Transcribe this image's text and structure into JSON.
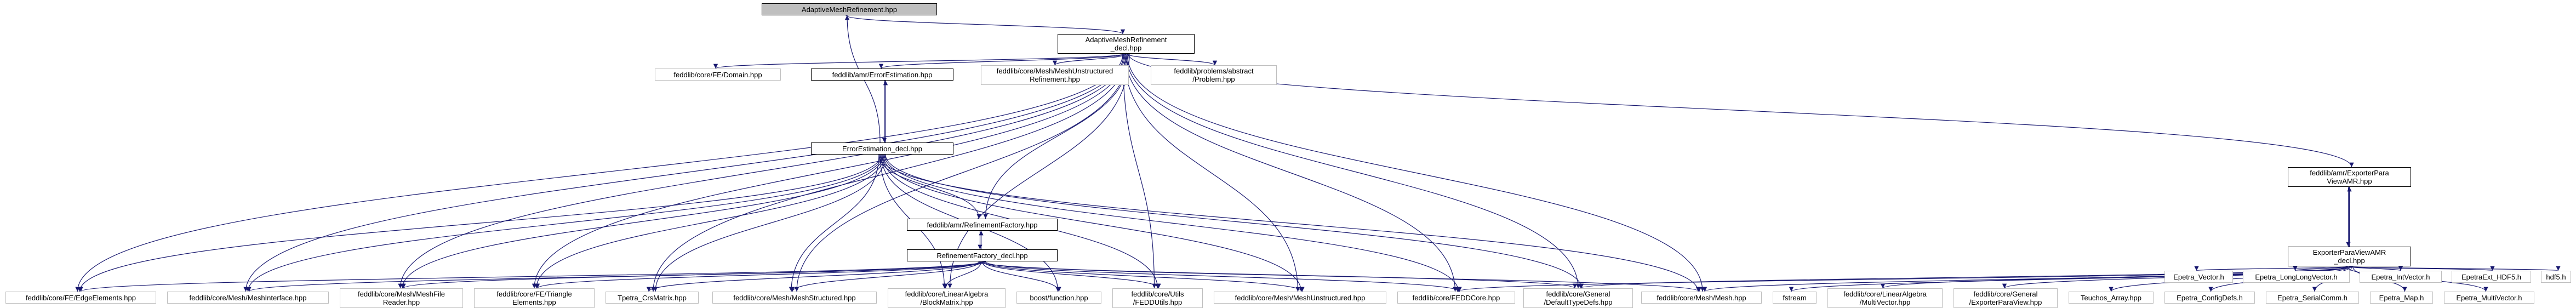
{
  "graph": {
    "edge_color": "#191970",
    "local_border_color": "#000000",
    "system_border_color": "#bfbfbf",
    "root_fill_color": "#bfbfbf",
    "nodes": [
      {
        "id": "root",
        "label": "AdaptiveMeshRefinement.hpp",
        "kind": "root"
      },
      {
        "id": "amr_decl",
        "label": "AdaptiveMeshRefinement\n_decl.hpp",
        "kind": "local"
      },
      {
        "id": "fe_domain",
        "label": "feddlib/core/FE/Domain.hpp",
        "kind": "system"
      },
      {
        "id": "err_est",
        "label": "feddlib/amr/ErrorEstimation.hpp",
        "kind": "local"
      },
      {
        "id": "mesh_unstr_ref",
        "label": "feddlib/core/Mesh/MeshUnstructured\nRefinement.hpp",
        "kind": "system"
      },
      {
        "id": "abstract_problem",
        "label": "feddlib/problems/abstract\n/Problem.hpp",
        "kind": "system"
      },
      {
        "id": "exporter_amr",
        "label": "feddlib/amr/ExporterPara\nViewAMR.hpp",
        "kind": "local"
      },
      {
        "id": "err_est_decl",
        "label": "ErrorEstimation_decl.hpp",
        "kind": "local"
      },
      {
        "id": "ref_factory",
        "label": "feddlib/amr/RefinementFactory.hpp",
        "kind": "local"
      },
      {
        "id": "ref_factory_decl",
        "label": "RefinementFactory_decl.hpp",
        "kind": "local"
      },
      {
        "id": "exporter_amr_decl",
        "label": "ExporterParaViewAMR\n_decl.hpp",
        "kind": "local"
      },
      {
        "id": "edge_elements",
        "label": "feddlib/core/FE/EdgeElements.hpp",
        "kind": "system"
      },
      {
        "id": "mesh_interface",
        "label": "feddlib/core/Mesh/MeshInterface.hpp",
        "kind": "system"
      },
      {
        "id": "mesh_file_reader",
        "label": "feddlib/core/Mesh/MeshFile\nReader.hpp",
        "kind": "system"
      },
      {
        "id": "fe_triangle",
        "label": "feddlib/core/FE/Triangle\nElements.hpp",
        "kind": "system"
      },
      {
        "id": "tpetra_crs",
        "label": "Tpetra_CrsMatrix.hpp",
        "kind": "system"
      },
      {
        "id": "mesh_structured",
        "label": "feddlib/core/Mesh/MeshStructured.hpp",
        "kind": "system"
      },
      {
        "id": "block_matrix",
        "label": "feddlib/core/LinearAlgebra\n/BlockMatrix.hpp",
        "kind": "system"
      },
      {
        "id": "boost_function",
        "label": "boost/function.hpp",
        "kind": "system"
      },
      {
        "id": "feddunits",
        "label": "feddlib/core/Utils\n/FEDDUtils.hpp",
        "kind": "system"
      },
      {
        "id": "mesh_unstructured",
        "label": "feddlib/core/Mesh/MeshUnstructured.hpp",
        "kind": "system"
      },
      {
        "id": "fedd_core",
        "label": "feddlib/core/FEDDCore.hpp",
        "kind": "system"
      },
      {
        "id": "default_type_defs",
        "label": "feddlib/core/General\n/DefaultTypeDefs.hpp",
        "kind": "system"
      },
      {
        "id": "mesh_hpp",
        "label": "feddlib/core/Mesh/Mesh.hpp",
        "kind": "system"
      },
      {
        "id": "fstream",
        "label": "fstream",
        "kind": "system"
      },
      {
        "id": "multivector",
        "label": "feddlib/core/LinearAlgebra\n/MultiVector.hpp",
        "kind": "system"
      },
      {
        "id": "exporter_paraview",
        "label": "feddlib/core/General\n/ExporterParaView.hpp",
        "kind": "system"
      },
      {
        "id": "teuchos_array",
        "label": "Teuchos_Array.hpp",
        "kind": "system"
      },
      {
        "id": "epetra_configdefs",
        "label": "Epetra_ConfigDefs.h",
        "kind": "system"
      },
      {
        "id": "epetra_serialcomm",
        "label": "Epetra_SerialComm.h",
        "kind": "system"
      },
      {
        "id": "epetra_map",
        "label": "Epetra_Map.h",
        "kind": "system"
      },
      {
        "id": "epetra_multivector",
        "label": "Epetra_MultiVector.h",
        "kind": "system"
      },
      {
        "id": "epetra_vector",
        "label": "Epetra_Vector.h",
        "kind": "system"
      },
      {
        "id": "epetra_longlong",
        "label": "Epetra_LongLongVector.h",
        "kind": "system"
      },
      {
        "id": "epetra_intvector",
        "label": "Epetra_IntVector.h",
        "kind": "system"
      },
      {
        "id": "epetraext_hdf5",
        "label": "EpetraExt_HDF5.h",
        "kind": "system"
      },
      {
        "id": "hdf5",
        "label": "hdf5.h",
        "kind": "system"
      }
    ],
    "edges": [
      [
        "root",
        "amr_decl"
      ],
      [
        "amr_decl",
        "fe_domain"
      ],
      [
        "amr_decl",
        "err_est"
      ],
      [
        "amr_decl",
        "mesh_unstr_ref"
      ],
      [
        "amr_decl",
        "abstract_problem"
      ],
      [
        "amr_decl",
        "exporter_amr"
      ],
      [
        "amr_decl",
        "ref_factory"
      ],
      [
        "amr_decl",
        "edge_elements"
      ],
      [
        "amr_decl",
        "mesh_interface"
      ],
      [
        "amr_decl",
        "mesh_file_reader"
      ],
      [
        "amr_decl",
        "fe_triangle"
      ],
      [
        "amr_decl",
        "tpetra_crs"
      ],
      [
        "amr_decl",
        "mesh_structured"
      ],
      [
        "amr_decl",
        "block_matrix"
      ],
      [
        "amr_decl",
        "feddunits"
      ],
      [
        "amr_decl",
        "mesh_unstructured"
      ],
      [
        "amr_decl",
        "fedd_core"
      ],
      [
        "amr_decl",
        "default_type_defs"
      ],
      [
        "amr_decl",
        "mesh_hpp"
      ],
      [
        "err_est",
        "err_est_decl"
      ],
      [
        "err_est_decl",
        "err_est"
      ],
      [
        "err_est_decl",
        "ref_factory"
      ],
      [
        "err_est_decl",
        "root"
      ],
      [
        "err_est_decl",
        "edge_elements"
      ],
      [
        "err_est_decl",
        "mesh_interface"
      ],
      [
        "err_est_decl",
        "mesh_file_reader"
      ],
      [
        "err_est_decl",
        "fe_triangle"
      ],
      [
        "err_est_decl",
        "tpetra_crs"
      ],
      [
        "err_est_decl",
        "mesh_structured"
      ],
      [
        "err_est_decl",
        "block_matrix"
      ],
      [
        "err_est_decl",
        "boost_function"
      ],
      [
        "err_est_decl",
        "feddunits"
      ],
      [
        "err_est_decl",
        "mesh_unstructured"
      ],
      [
        "err_est_decl",
        "fedd_core"
      ],
      [
        "err_est_decl",
        "default_type_defs"
      ],
      [
        "err_est_decl",
        "mesh_hpp"
      ],
      [
        "ref_factory",
        "ref_factory_decl"
      ],
      [
        "ref_factory_decl",
        "ref_factory"
      ],
      [
        "ref_factory_decl",
        "edge_elements"
      ],
      [
        "ref_factory_decl",
        "mesh_interface"
      ],
      [
        "ref_factory_decl",
        "mesh_file_reader"
      ],
      [
        "ref_factory_decl",
        "fe_triangle"
      ],
      [
        "ref_factory_decl",
        "tpetra_crs"
      ],
      [
        "ref_factory_decl",
        "mesh_structured"
      ],
      [
        "ref_factory_decl",
        "block_matrix"
      ],
      [
        "ref_factory_decl",
        "boost_function"
      ],
      [
        "ref_factory_decl",
        "feddunits"
      ],
      [
        "ref_factory_decl",
        "mesh_unstructured"
      ],
      [
        "ref_factory_decl",
        "fedd_core"
      ],
      [
        "ref_factory_decl",
        "default_type_defs"
      ],
      [
        "ref_factory_decl",
        "mesh_hpp"
      ],
      [
        "exporter_amr",
        "exporter_amr_decl"
      ],
      [
        "exporter_amr_decl",
        "exporter_amr"
      ],
      [
        "exporter_amr_decl",
        "fedd_core"
      ],
      [
        "exporter_amr_decl",
        "default_type_defs"
      ],
      [
        "exporter_amr_decl",
        "mesh_hpp"
      ],
      [
        "exporter_amr_decl",
        "fstream"
      ],
      [
        "exporter_amr_decl",
        "multivector"
      ],
      [
        "exporter_amr_decl",
        "exporter_paraview"
      ],
      [
        "exporter_amr_decl",
        "teuchos_array"
      ],
      [
        "exporter_amr_decl",
        "epetra_configdefs"
      ],
      [
        "exporter_amr_decl",
        "epetra_serialcomm"
      ],
      [
        "exporter_amr_decl",
        "epetra_map"
      ],
      [
        "exporter_amr_decl",
        "epetra_multivector"
      ],
      [
        "exporter_amr_decl",
        "epetra_vector"
      ],
      [
        "exporter_amr_decl",
        "epetra_longlong"
      ],
      [
        "exporter_amr_decl",
        "epetra_intvector"
      ],
      [
        "exporter_amr_decl",
        "epetraext_hdf5"
      ],
      [
        "exporter_amr_decl",
        "hdf5"
      ]
    ]
  }
}
